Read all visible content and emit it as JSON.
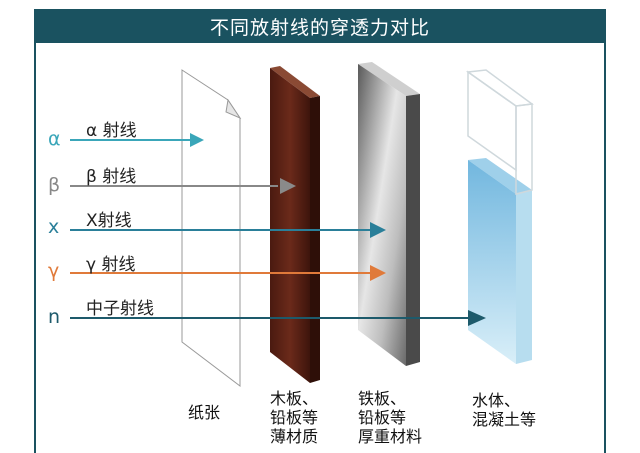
{
  "title": "不同放射线的穿透力对比",
  "rays": [
    {
      "symbol": "α",
      "label": "α 射线",
      "color": "#3aa6b9"
    },
    {
      "symbol": "β",
      "label": "β 射线",
      "color": "#888888"
    },
    {
      "symbol": "x",
      "label": "X射线",
      "color": "#2a7f99"
    },
    {
      "symbol": "γ",
      "label": "γ 射线",
      "color": "#e07a3a"
    },
    {
      "symbol": "n",
      "label": "中子射线",
      "color": "#1d5a6b"
    }
  ],
  "materials": [
    {
      "caption": [
        "纸张"
      ]
    },
    {
      "caption": [
        "木板、",
        "铅板等",
        "薄材质"
      ]
    },
    {
      "caption": [
        "铁板、",
        "铅板等",
        "厚重材料"
      ]
    },
    {
      "caption": [
        "水体、",
        "混凝土等"
      ]
    }
  ]
}
